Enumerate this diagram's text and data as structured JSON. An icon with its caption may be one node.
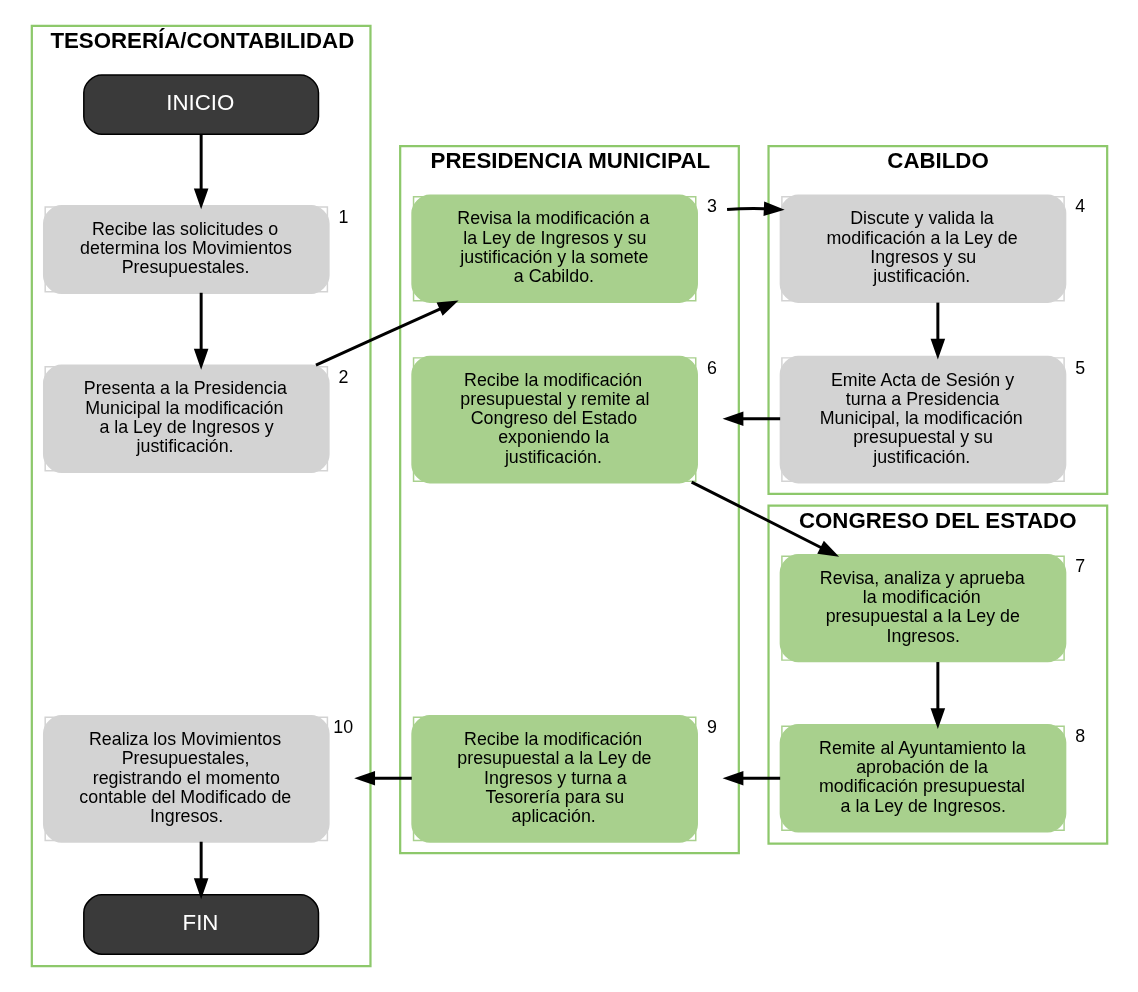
{
  "diagram": {
    "nodes": [
      {
        "text": [
          "TESORERÍA/CONTABILIDAD"
        ]
      },
      {
        "text": [
          "PRESIDENCIA MUNICIPAL"
        ]
      },
      {
        "text": [
          "CABILDO"
        ]
      },
      {
        "text": [
          "CONGRESO DEL ESTADO"
        ]
      },
      {
        "text": [
          "INICIO"
        ],
        "in": 0
      },
      {
        "text": [
          "Recibe las solicitudes o determina los Movimientos Presupuestales."
        ],
        "beside": [
          "1"
        ],
        "in": 0
      },
      {
        "text": [
          "Presenta a la Presidencia Municipal la modificación a la Ley de Ingresos y justificación."
        ],
        "beside": [
          "2"
        ],
        "in": 0
      },
      {
        "text": [
          "Revisa la modificación a la Ley de Ingresos y su justificación y la somete a Cabildo."
        ],
        "beside": [
          "3"
        ],
        "in": 1
      },
      {
        "text": [
          "Discute y valida la modificación a la Ley de Ingresos y su justificación."
        ],
        "beside": [
          "4"
        ],
        "in": 2
      },
      {
        "text": [
          "Emite Acta de Sesión y turna a Presidencia Municipal, la modificación presupuestal y su justificación."
        ],
        "beside": [
          "5"
        ],
        "in": 2
      },
      {
        "text": [
          "Recibe la modificación presupuestal y remite al Congreso del Estado exponiendo la justificación."
        ],
        "beside": [
          "6"
        ],
        "in": 1
      },
      {
        "text": [
          "Revisa, analiza y aprueba la modificación presupuestal a la Ley de Ingresos."
        ],
        "beside": [
          "7"
        ],
        "in": 3
      },
      {
        "text": [
          "Remite al Ayuntamiento la aprobación de la modificación presupuestal a la Ley de Ingresos."
        ],
        "beside": [
          "8"
        ],
        "in": 3
      },
      {
        "text": [
          "Recibe la modificación presupuestal a la Ley de Ingresos y turna a Tesorería para su aplicación."
        ],
        "beside": [
          "9"
        ],
        "in": 1
      },
      {
        "text": [
          "Realiza los Movimientos Presupuestales, registrando el momento contable del Modificado de Ingresos."
        ],
        "beside": [
          "10"
        ],
        "in": 0
      },
      {
        "text": [
          "FIN"
        ],
        "in": 0
      }
    ],
    "edges": [
      {
        "from": 4,
        "to": 5,
        "arrow": "to"
      },
      {
        "from": 5,
        "to": 6,
        "arrow": "to"
      },
      {
        "from": 6,
        "to": 7,
        "arrow": "to"
      },
      {
        "from": 7,
        "to": 8,
        "arrow": "to"
      },
      {
        "from": 8,
        "to": 9,
        "arrow": "to"
      },
      {
        "from": 9,
        "to": 10,
        "arrow": "to"
      },
      {
        "from": 10,
        "to": 11,
        "arrow": "to"
      },
      {
        "from": 11,
        "to": 12,
        "arrow": "to"
      },
      {
        "from": 12,
        "to": 13,
        "arrow": "to"
      },
      {
        "from": 13,
        "to": 14,
        "arrow": "to"
      },
      {
        "from": 14,
        "to": 15,
        "arrow": "to"
      }
    ]
  }
}
